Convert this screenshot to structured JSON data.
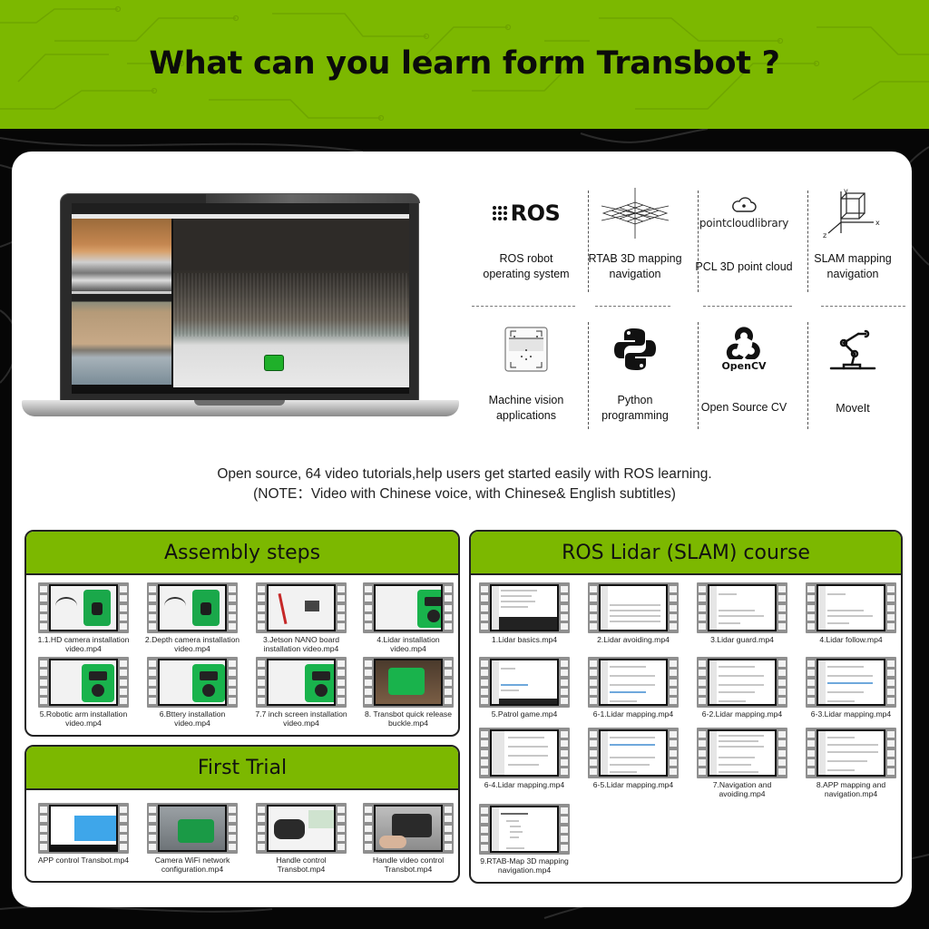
{
  "banner": {
    "title": "What can you learn form Transbot ?",
    "background_color": "#7cb800"
  },
  "laptop": {
    "description": "Laptop screen showing Ubuntu desktop with camera feeds and RViz 3D point cloud mapping with green Transbot robot"
  },
  "features": [
    {
      "icon": "ros-logo-icon",
      "logo_text": "ROS",
      "label_line1": "ROS robot",
      "label_line2": "operating system"
    },
    {
      "icon": "3d-grid-axes-icon",
      "logo_text": "",
      "label_line1": "RTAB 3D mapping",
      "label_line2": "navigation"
    },
    {
      "icon": "cloud-icon",
      "logo_text": "pointcloudlibrary",
      "label_line1": "PCL 3D point cloud",
      "label_line2": ""
    },
    {
      "icon": "cube-axes-icon",
      "logo_text": "",
      "axis_x": "x",
      "axis_y": "y",
      "axis_z": "z",
      "label_line1": "SLAM mapping",
      "label_line2": "navigation"
    },
    {
      "icon": "machine-vision-icon",
      "logo_text": "",
      "label_line1": "Machine vision",
      "label_line2": "applications"
    },
    {
      "icon": "python-logo-icon",
      "logo_text": "",
      "label_line1": "Python",
      "label_line2": "programming"
    },
    {
      "icon": "opencv-logo-icon",
      "logo_text": "OpenCV",
      "label_line1": "Open Source CV",
      "label_line2": ""
    },
    {
      "icon": "robot-arm-icon",
      "logo_text": "",
      "label_line1": "MoveIt",
      "label_line2": ""
    }
  ],
  "intro": {
    "line1": "Open source, 64 video tutorials,help users get started easily with ROS learning.",
    "line2": "(NOTE：Video with Chinese voice, with Chinese& English subtitles)"
  },
  "sections": {
    "assembly": {
      "title": "Assembly steps",
      "videos": [
        {
          "line1": "1.1.HD camera installation",
          "line2": "video.mp4"
        },
        {
          "line1": "2.Depth camera installation",
          "line2": "video.mp4"
        },
        {
          "line1": "3.Jetson NANO board",
          "line2": "installation video.mp4"
        },
        {
          "line1": "4.Lidar installation",
          "line2": "video.mp4"
        },
        {
          "line1": "5.Robotic arm installation",
          "line2": "video.mp4"
        },
        {
          "line1": "6.Bttery installation",
          "line2": "video.mp4"
        },
        {
          "line1": "7.7 inch screen installation",
          "line2": "video.mp4"
        },
        {
          "line1": "8. Transbot quick release",
          "line2": "buckle.mp4"
        }
      ]
    },
    "first_trial": {
      "title": "First Trial",
      "videos": [
        {
          "line1": "APP control Transbot.mp4",
          "line2": ""
        },
        {
          "line1": "Camera WiFi network",
          "line2": "configuration.mp4"
        },
        {
          "line1": "Handle control",
          "line2": "Transbot.mp4"
        },
        {
          "line1": "Handle video control",
          "line2": "Transbot.mp4"
        }
      ]
    },
    "lidar": {
      "title": "ROS Lidar (SLAM) course",
      "videos": [
        {
          "line1": "1.Lidar basics.mp4",
          "line2": ""
        },
        {
          "line1": "2.Lidar avoiding.mp4",
          "line2": ""
        },
        {
          "line1": "3.Lidar guard.mp4",
          "line2": ""
        },
        {
          "line1": "4.Lidar follow.mp4",
          "line2": ""
        },
        {
          "line1": "5.Patrol game.mp4",
          "line2": ""
        },
        {
          "line1": "6-1.Lidar mapping.mp4",
          "line2": ""
        },
        {
          "line1": "6-2.Lidar mapping.mp4",
          "line2": ""
        },
        {
          "line1": "6-3.Lidar mapping.mp4",
          "line2": ""
        },
        {
          "line1": "6-4.Lidar mapping.mp4",
          "line2": ""
        },
        {
          "line1": "6-5.Lidar mapping.mp4",
          "line2": ""
        },
        {
          "line1": "7.Navigation and",
          "line2": "avoiding.mp4"
        },
        {
          "line1": "8.APP mapping and",
          "line2": "navigation.mp4"
        },
        {
          "line1": "9.RTAB-Map 3D mapping",
          "line2": "navigation.mp4"
        }
      ]
    }
  },
  "colors": {
    "accent_green": "#7cb800",
    "background_dark": "#060606",
    "card_white": "#ffffff",
    "text": "#111111"
  }
}
